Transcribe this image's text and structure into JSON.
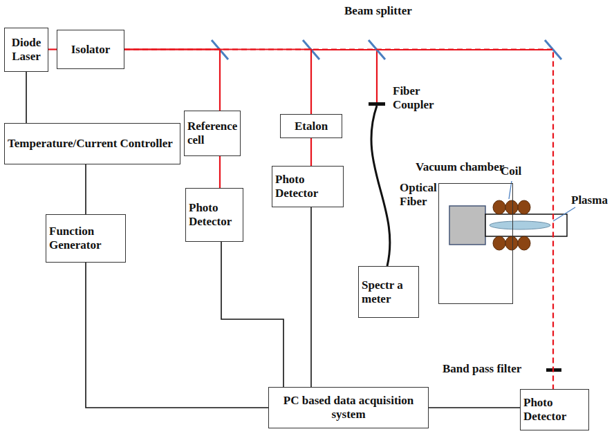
{
  "diagram": {
    "nodes": [
      {
        "text": [
          "Diode Laser"
        ]
      },
      {
        "text": [
          "Isolator"
        ]
      },
      {
        "text": [
          "Temperature/Current Controller"
        ]
      },
      {
        "text": [
          "Reference cell"
        ]
      },
      {
        "text": [
          "Etalon"
        ]
      },
      {
        "text": [
          "Photo Detector"
        ]
      },
      {
        "text": [
          "Photo Detector"
        ]
      },
      {
        "text": [
          "Vacuum chamber"
        ]
      },
      {
        "text": [
          "Function Generator"
        ]
      },
      {
        "text": [
          "Spectr a meter"
        ]
      },
      {
        "text": [
          "PC based data acquisition system"
        ]
      },
      {
        "text": [
          "Photo Detector"
        ]
      }
    ],
    "edges": [
      {
        "from": 0,
        "to": 1,
        "arrow": "none"
      },
      {
        "from": 0,
        "to": 2,
        "arrow": "none"
      },
      {
        "from": 2,
        "to": 8,
        "arrow": "none"
      },
      {
        "from": 1,
        "to": 3,
        "arrow": "none"
      },
      {
        "from": 1,
        "to": 4,
        "arrow": "none"
      },
      {
        "from": 3,
        "to": 5,
        "arrow": "none"
      },
      {
        "from": 4,
        "to": 6,
        "arrow": "none"
      },
      {
        "from": 1,
        "to": 11,
        "arrow": "none"
      },
      {
        "from": 8,
        "to": 10,
        "arrow": "none"
      },
      {
        "from": 5,
        "to": 10,
        "arrow": "none"
      },
      {
        "from": 6,
        "to": 10,
        "arrow": "none"
      },
      {
        "from": 10,
        "to": 11,
        "arrow": "none"
      }
    ],
    "labels": [
      "Beam splitter",
      "Fiber Coupler",
      "Optical Fiber",
      "Coil",
      "Plasma",
      "Band pass filter"
    ]
  }
}
